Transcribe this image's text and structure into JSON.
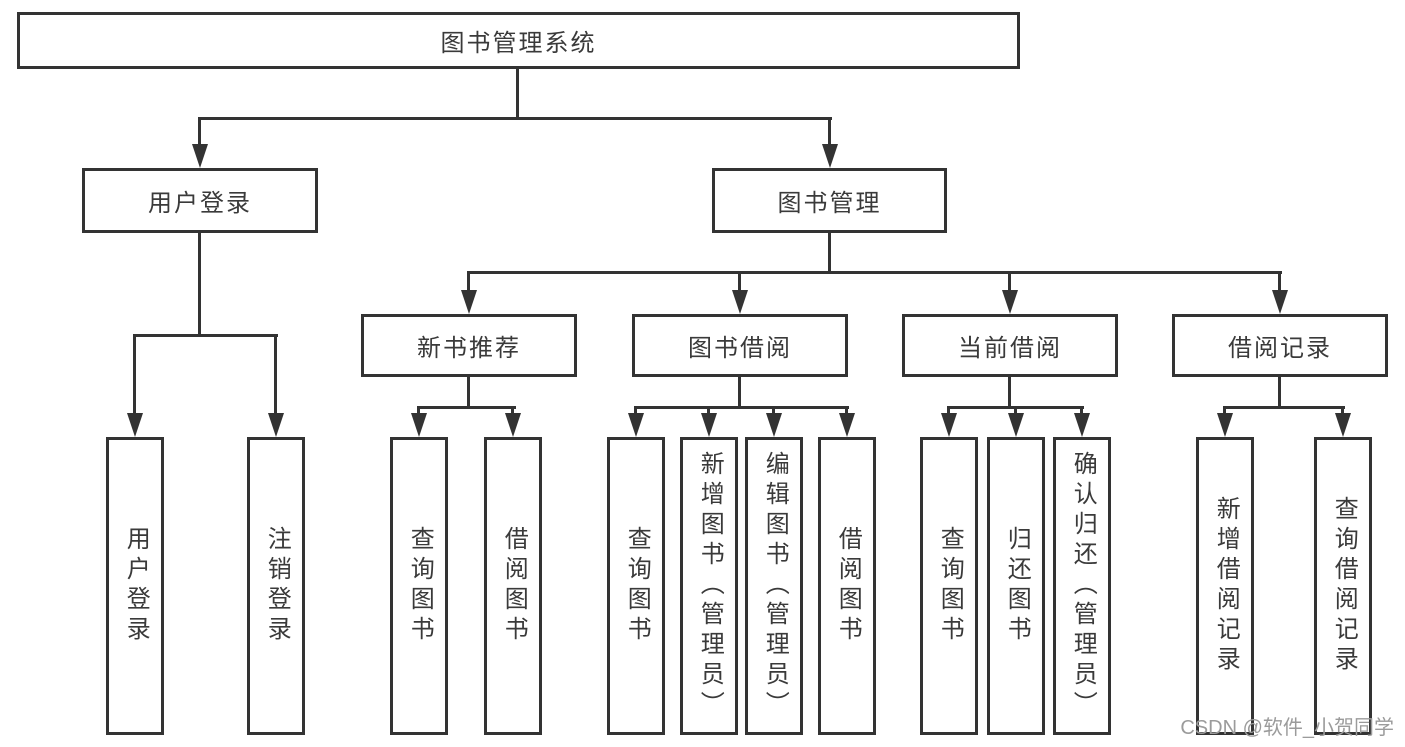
{
  "diagram": {
    "root_label": "图书管理系统",
    "branches": [
      {
        "label": "用户登录",
        "children": [
          {
            "label": "用户登录"
          },
          {
            "label": "注销登录"
          }
        ]
      },
      {
        "label": "图书管理",
        "children": [
          {
            "label": "新书推荐",
            "children": [
              {
                "label": "查询图书"
              },
              {
                "label": "借阅图书"
              }
            ]
          },
          {
            "label": "图书借阅",
            "children": [
              {
                "label": "查询图书"
              },
              {
                "label": "新增图书（管理员）"
              },
              {
                "label": "编辑图书（管理员）"
              },
              {
                "label": "借阅图书"
              }
            ]
          },
          {
            "label": "当前借阅",
            "children": [
              {
                "label": "查询图书"
              },
              {
                "label": "归还图书"
              },
              {
                "label": "确认归还（管理员）"
              }
            ]
          },
          {
            "label": "借阅记录",
            "children": [
              {
                "label": "新增借阅记录"
              },
              {
                "label": "查询借阅记录"
              }
            ]
          }
        ]
      }
    ]
  },
  "watermark": {
    "text": "CSDN @软件_小贺同学"
  },
  "colors": {
    "line": "#333333",
    "text": "#3a3a3a",
    "watermark": "#9b9b9b",
    "background": "#ffffff"
  }
}
